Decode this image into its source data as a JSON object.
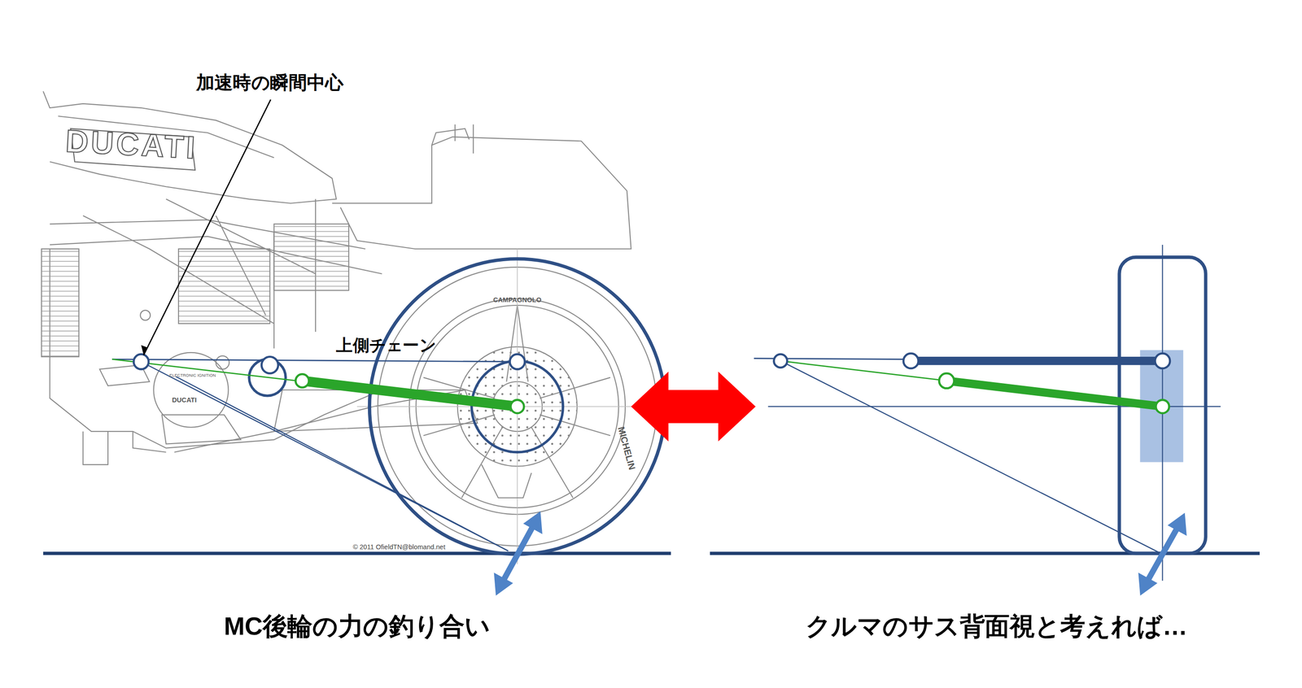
{
  "diagram": {
    "labels": [
      "加速時の瞬間中心",
      "上側チェーン",
      "MC後輪の力の釣り合い",
      "クルマのサス背面視と考えれば…",
      "© 2011 OfieldTN@blomand.net",
      "DUCATI",
      "CAMPAGNOLO",
      "MICHELIN",
      "DUCATI",
      "ELECTRONIC IGNITION"
    ]
  }
}
